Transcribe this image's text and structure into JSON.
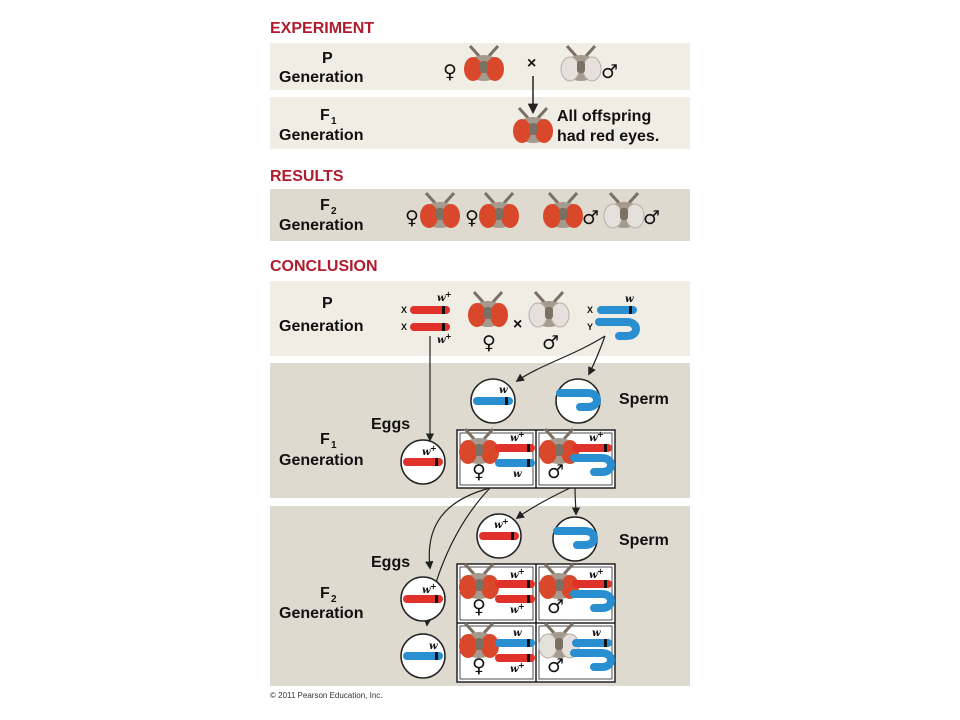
{
  "sections": {
    "experiment": "EXPERIMENT",
    "results": "RESULTS",
    "conclusion": "CONCLUSION"
  },
  "labels": {
    "p": "P",
    "f": "F",
    "sub1": "1",
    "sub2": "2",
    "generation": "Generation",
    "all_offspring_1": "All offspring",
    "all_offspring_2": "had red eyes.",
    "sperm": "Sperm",
    "eggs": "Eggs",
    "cross": "×",
    "female": "♀",
    "male": "♂",
    "x": "X",
    "y": "Y",
    "w": "w",
    "plus": "+"
  },
  "copyright": "© 2011 Pearson Education, Inc.",
  "colors": {
    "heading": "#b01c2e",
    "panel_light": "#f0ede4",
    "panel_dark": "#dedad0",
    "red_chromosome": "#e0312b",
    "blue_chromosome": "#2a8fd0",
    "red_eye": "#d9482a",
    "white_eye": "#e6e0dc"
  },
  "icons": [
    "fruit-fly-red-eye",
    "fruit-fly-white-eye",
    "x-chromosome",
    "y-chromosome",
    "cross-arrow"
  ]
}
